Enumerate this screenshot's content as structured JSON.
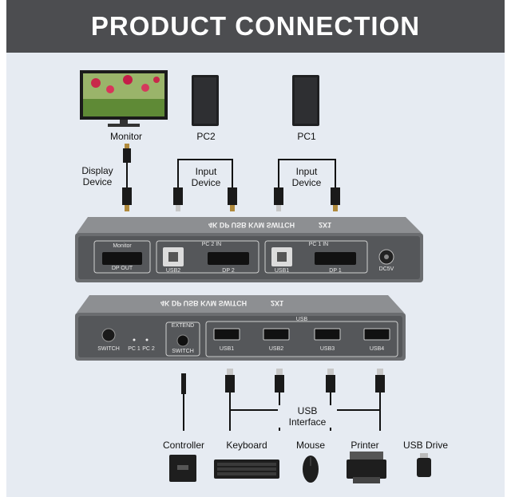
{
  "banner": {
    "title": "PRODUCT CONNECTION"
  },
  "devices_top": {
    "monitor": "Monitor",
    "pc2": "PC2",
    "pc1": "PC1"
  },
  "cables_top": {
    "display": "Display\nDevice",
    "input_a": "Input\nDevice",
    "input_b": "Input\nDevice"
  },
  "kvm_top": {
    "brand": "4K DP USB KVM SWITCH",
    "badge": "2X1",
    "port_monitor_top": "Monitor",
    "port_dp_out": "DP OUT",
    "port_pc2_in": "PC 2 IN",
    "port_usb2": "USB2",
    "port_dp2": "DP 2",
    "port_pc1_in": "PC 1 IN",
    "port_usb1": "USB1",
    "port_dp1": "DP 1",
    "port_dc": "DC5V"
  },
  "kvm_bottom": {
    "brand": "4K DP USB KVM SWITCH",
    "badge": "2X1",
    "switch_label": "SWITCH",
    "pc1": "PC 1",
    "pc2": "PC 2",
    "extend": "EXTEND",
    "extend_switch": "SWITCH",
    "usb_header": "USB",
    "usb1": "USB1",
    "usb2": "USB2",
    "usb3": "USB3",
    "usb4": "USB4"
  },
  "cables_bottom": {
    "usb_interface": "USB\nInterface"
  },
  "peripherals": {
    "controller": "Controller",
    "keyboard": "Keyboard",
    "mouse": "Mouse",
    "printer": "Printer",
    "usb_drive": "USB Drive"
  },
  "colors": {
    "banner": "#4c4d50",
    "background": "#e6ebf2",
    "device_body": "#6b6d70",
    "device_face": "#2b2c2e"
  }
}
